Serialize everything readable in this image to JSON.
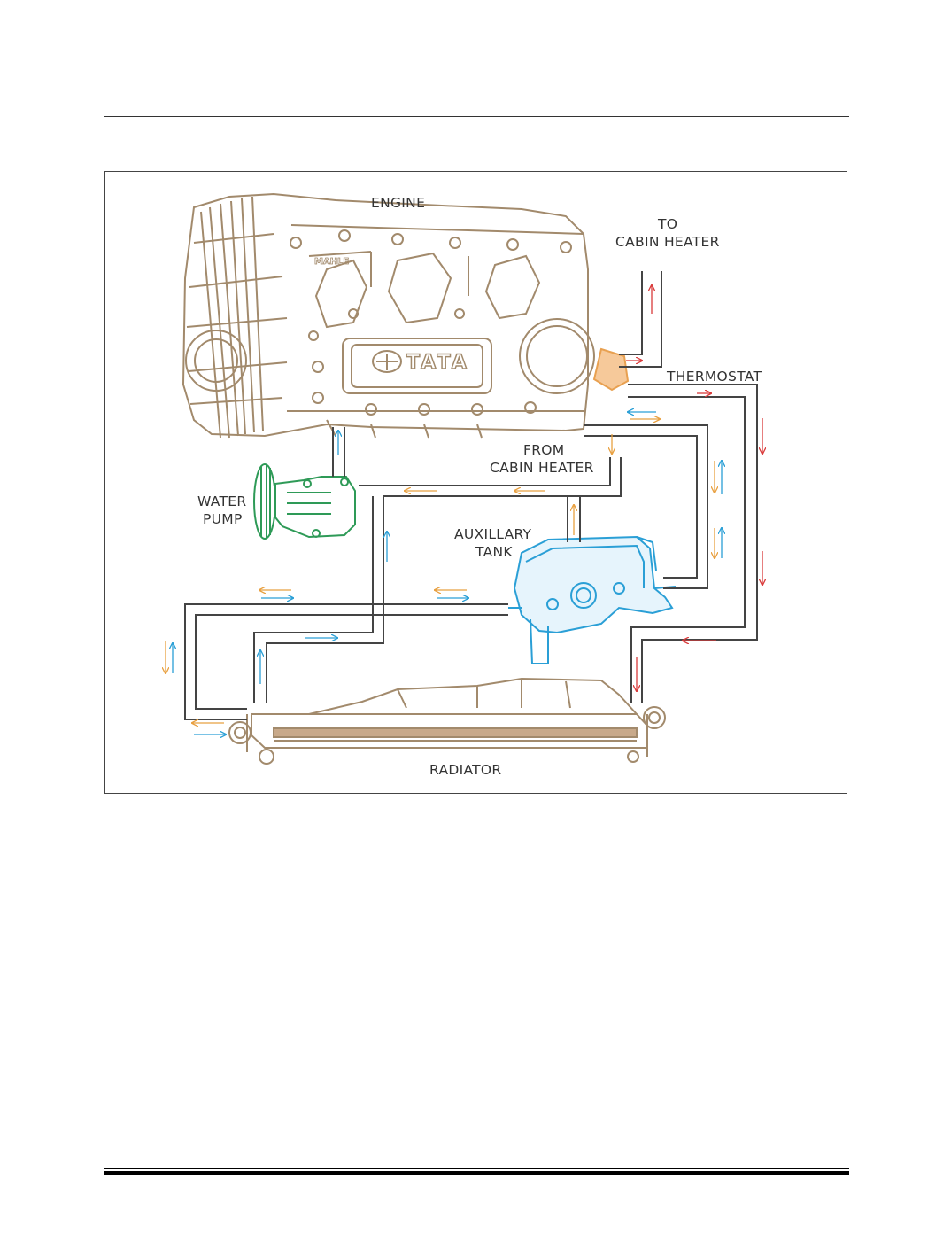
{
  "figure": {
    "labels": {
      "engine": "ENGINE",
      "to_cabin_heater_1": "TO",
      "to_cabin_heater_2": "CABIN HEATER",
      "thermostat": "THERMOSTAT",
      "from_cabin_heater_1": "FROM",
      "from_cabin_heater_2": "CABIN HEATER",
      "water_pump_1": "WATER",
      "water_pump_2": "PUMP",
      "aux_tank_1": "AUXILLARY",
      "aux_tank_2": "TANK",
      "radiator": "RADIATOR"
    },
    "logos": {
      "engine_brand": "TATA",
      "cover_mark": "MAHLE"
    },
    "colors": {
      "engine": "#a28a6c",
      "water_pump": "#2e9a57",
      "aux_tank": "#2a9fd6",
      "thermostat": "#e8a050",
      "hot_flow": "#d93a3a",
      "warm_flow": "#e8a040",
      "cool_flow": "#2a9fd6",
      "pipe": "#444444"
    }
  }
}
